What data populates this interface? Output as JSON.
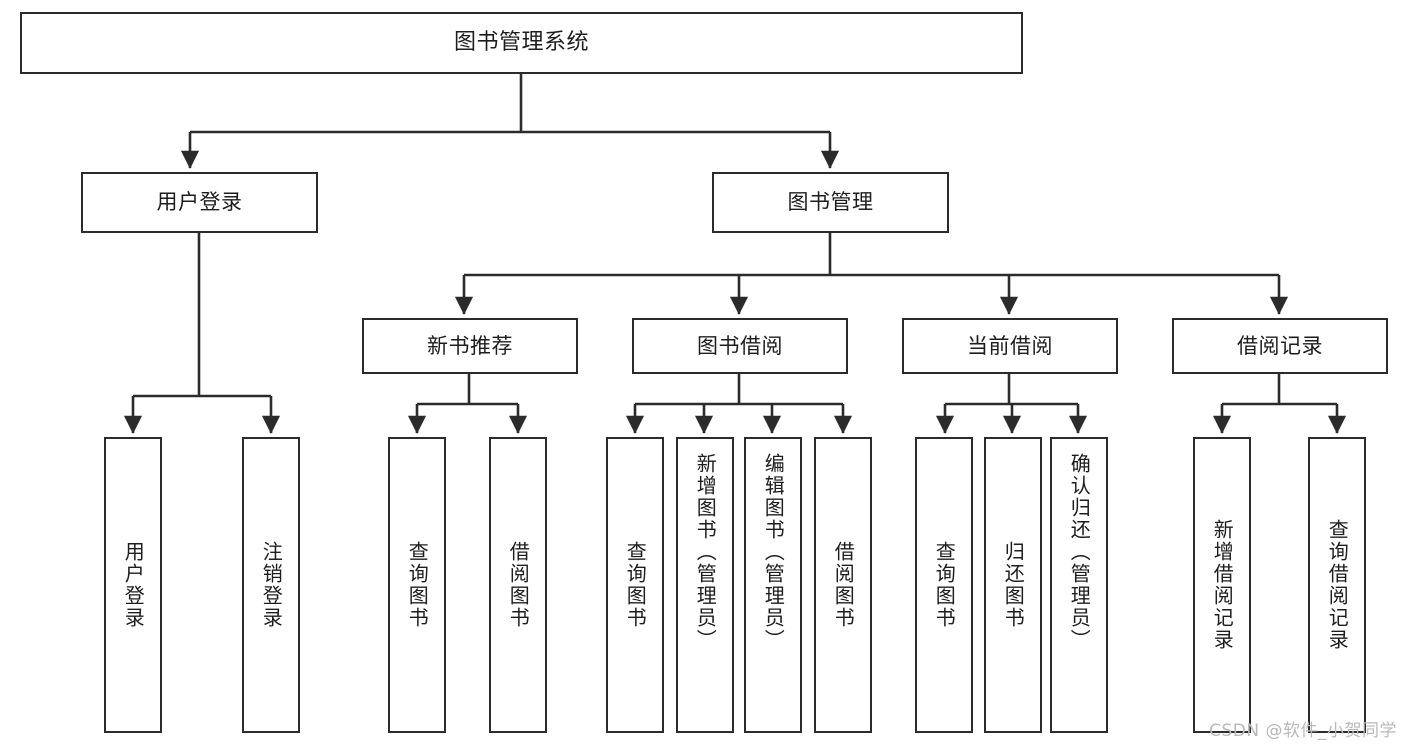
{
  "diagram": {
    "title": "图书管理系统",
    "watermark": "CSDN @软件_小贺同学",
    "colors": {
      "stroke": "#2b2b2b",
      "fill": "#ffffff",
      "text": "#1d1d1d",
      "watermark": "#b9b9b9"
    },
    "root": {
      "label": "图书管理系统"
    },
    "level1": [
      {
        "label": "用户登录"
      },
      {
        "label": "图书管理"
      }
    ],
    "level2": [
      {
        "label": "新书推荐"
      },
      {
        "label": "图书借阅"
      },
      {
        "label": "当前借阅"
      },
      {
        "label": "借阅记录"
      }
    ],
    "leaves": {
      "user_login": [
        {
          "label": "用户登录"
        },
        {
          "label": "注销登录"
        }
      ],
      "new_book_recommend": [
        {
          "label": "查询图书"
        },
        {
          "label": "借阅图书"
        }
      ],
      "book_borrow": [
        {
          "label": "查询图书"
        },
        {
          "label": "新增图书（管理员）"
        },
        {
          "label": "编辑图书（管理员）"
        },
        {
          "label": "借阅图书"
        }
      ],
      "current_borrow": [
        {
          "label": "查询图书"
        },
        {
          "label": "归还图书"
        },
        {
          "label": "确认归还（管理员）"
        }
      ],
      "borrow_record": [
        {
          "label": "新增借阅记录"
        },
        {
          "label": "查询借阅记录"
        }
      ]
    }
  }
}
